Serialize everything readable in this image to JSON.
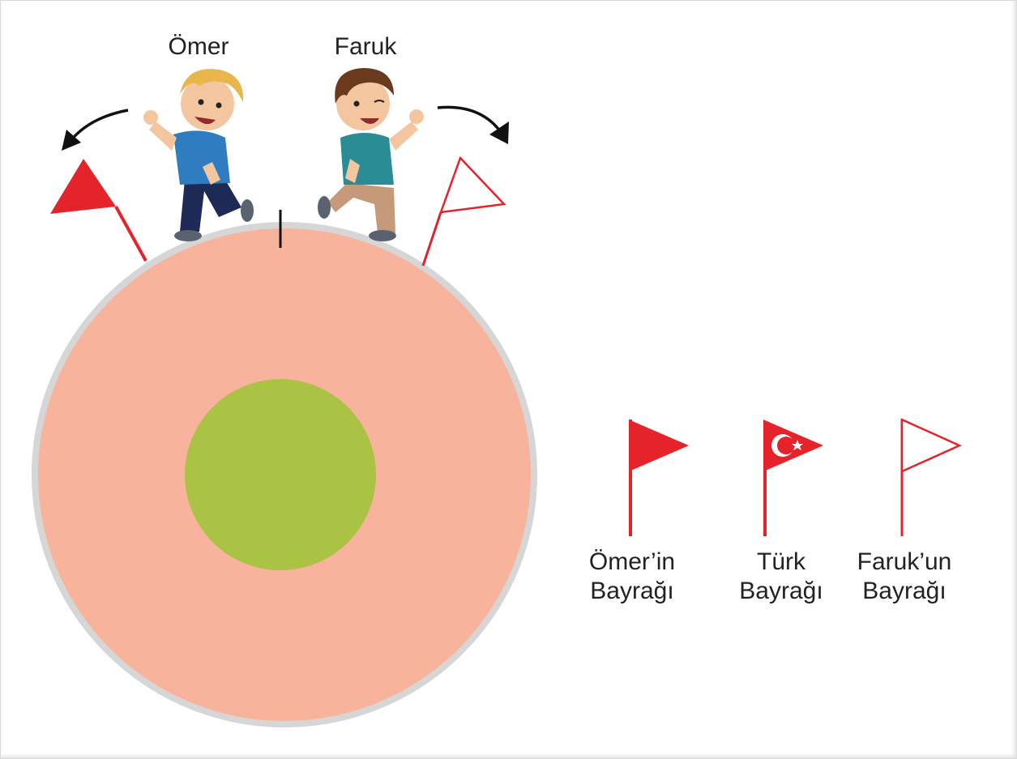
{
  "characters": {
    "omer": {
      "name": "Ömer"
    },
    "faruk": {
      "name": "Faruk"
    }
  },
  "legend": [
    {
      "line1": "Ömer’in",
      "line2": "Bayrağı",
      "icon": "red-flag-icon"
    },
    {
      "line1": "Türk",
      "line2": "Bayrağı",
      "icon": "turkish-flag-icon"
    },
    {
      "line1": "Faruk’un",
      "line2": "Bayrağı",
      "icon": "white-flag-icon"
    }
  ],
  "colors": {
    "track_outer": "#f7b39c",
    "track_border": "#d6d6d6",
    "inner_field": "#aac345",
    "flag_red": "#e4242a",
    "arrow": "#111111"
  }
}
